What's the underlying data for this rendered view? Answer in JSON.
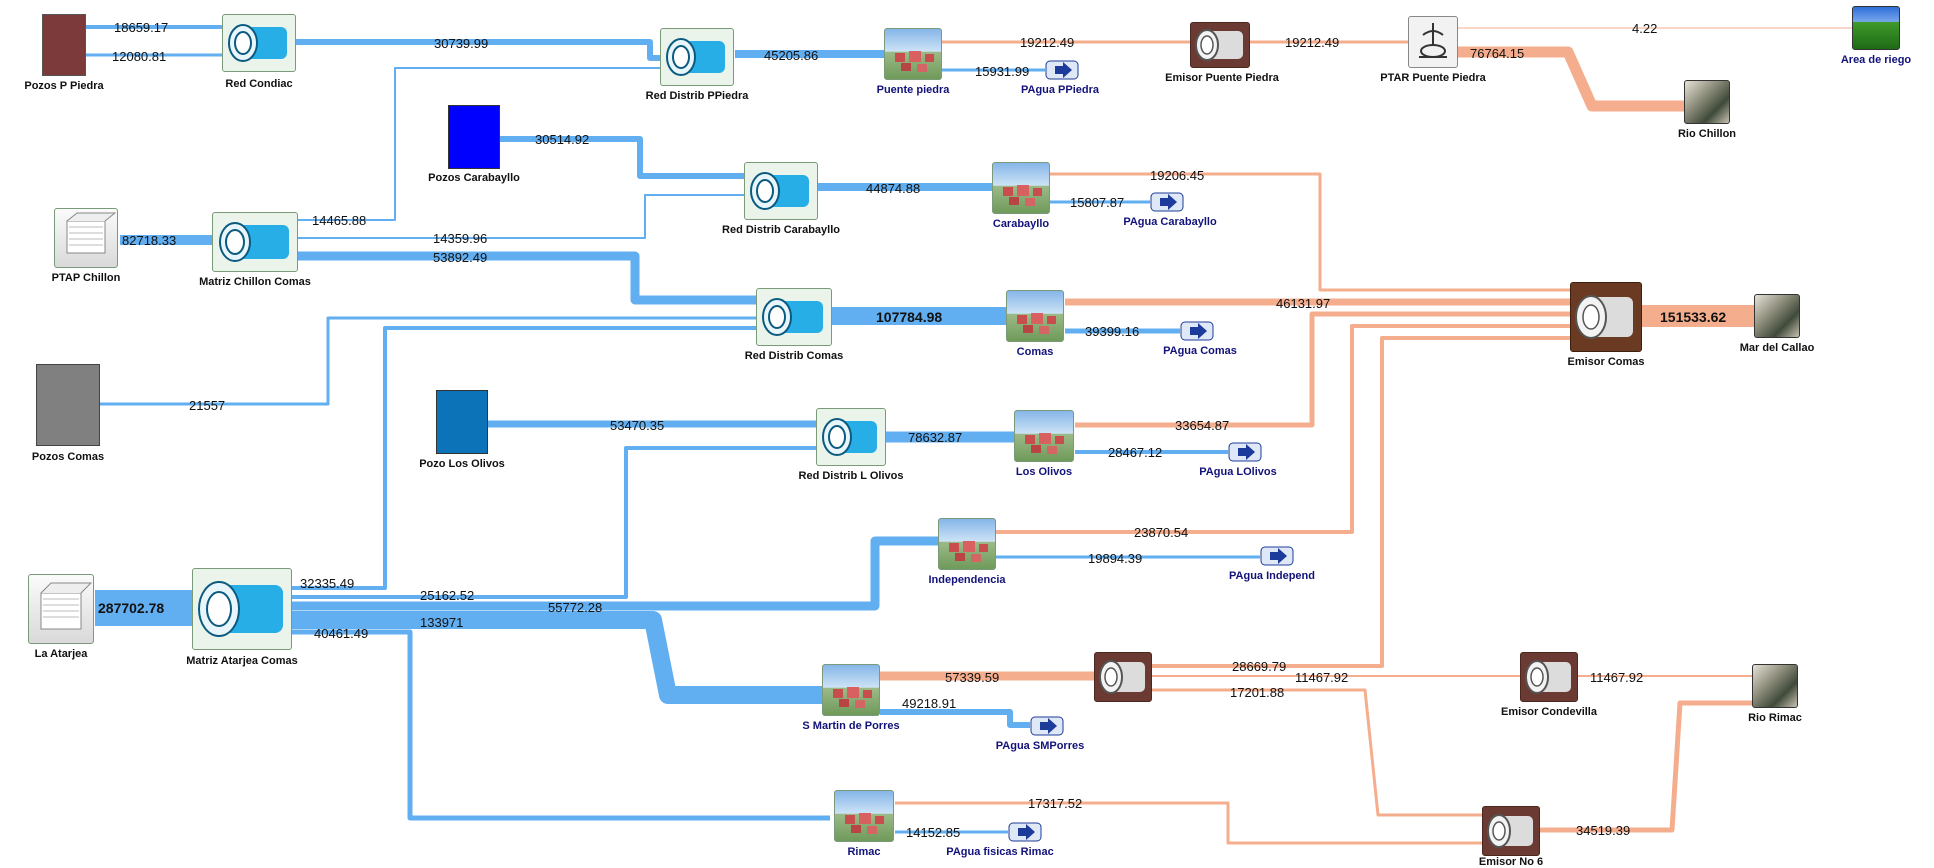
{
  "colors": {
    "water": "#61aef1",
    "waste": "#f5ae8d",
    "pipe_icon": "#28aee6",
    "emisor_frame": "#6b3a22",
    "emisor_gray": "#6b3a33",
    "well_brown": "#7d3a3a",
    "well_blue": "#0000ff",
    "well_steel": "#0c73b8",
    "well_gray": "#808080",
    "label_blue": "#12127a"
  },
  "nodes": {
    "pozos_p_piedra": "Pozos P Piedra",
    "red_condiac": "Red Condiac",
    "red_distrib_ppiedra": "Red Distrib PPiedra",
    "puente_piedra": "Puente piedra",
    "pagua_ppiedra": "PAgua PPiedra",
    "emisor_puente_piedra": "Emisor Puente Piedra",
    "ptar_puente_piedra": "PTAR Puente Piedra",
    "area_de_riego": "Area de riego",
    "rio_chillon": "Rio Chillon",
    "pozos_carabayllo": "Pozos Carabayllo",
    "red_distrib_carabayllo": "Red Distrib Carabayllo",
    "carabayllo": "Carabayllo",
    "pagua_carabayllo": "PAgua Carabayllo",
    "ptap_chillon": "PTAP Chillon",
    "matriz_chillon_comas": "Matriz Chillon Comas",
    "red_distrib_comas": "Red Distrib Comas",
    "comas": "Comas",
    "pagua_comas": "PAgua Comas",
    "emisor_comas": "Emisor Comas",
    "mar_del_callao": "Mar del Callao",
    "pozos_comas": "Pozos Comas",
    "pozo_los_olivos": "Pozo Los Olivos",
    "red_distrib_l_olivos": "Red Distrib L Olivos",
    "los_olivos": "Los Olivos",
    "pagua_lolivos": "PAgua LOlivos",
    "independencia": "Independencia",
    "pagua_independ": "PAgua Independ",
    "la_atarjea": "La Atarjea",
    "matriz_atarjea_comas": "Matriz Atarjea Comas",
    "s_martin_de_porres": "S Martin de Porres",
    "pagua_smporres": "PAgua SMPorres",
    "emisor_condevilla": "Emisor Condevilla",
    "rio_rimac": "Rio Rimac",
    "rimac": "Rimac",
    "pagua_fisicas_rimac": "PAgua fisicas Rimac",
    "emisor_no_6": "Emisor No 6"
  },
  "flows": {
    "f01": "18659.17",
    "f02": "12080.81",
    "f03": "30739.99",
    "f04": "45205.86",
    "f05": "19212.49",
    "f06": "15931.99",
    "f07": "19212.49",
    "f08": "4.22",
    "f09": "76764.15",
    "f10": "30514.92",
    "f11": "44874.88",
    "f12": "19206.45",
    "f13": "15807.87",
    "f14": "82718.33",
    "f15": "14465.88",
    "f16": "14359.96",
    "f17": "53892.49",
    "f18": "107784.98",
    "f19": "46131.97",
    "f20": "39399.16",
    "f21": "151533.62",
    "f22": "21557",
    "f23": "53470.35",
    "f24": "78632.87",
    "f25": "33654.87",
    "f26": "28467.12",
    "f27": "23870.54",
    "f28": "19894.39",
    "f29": "287702.78",
    "f30": "32335.49",
    "f31": "25162.52",
    "f32": "55772.28",
    "f33": "133971",
    "f34": "40461.49",
    "f35": "57339.59",
    "f36": "49218.91",
    "f37": "28669.79",
    "f38": "11467.92",
    "f39": "17201.88",
    "f40": "11467.92",
    "f41": "17317.52",
    "f42": "14152.85",
    "f43": "34519.39"
  }
}
